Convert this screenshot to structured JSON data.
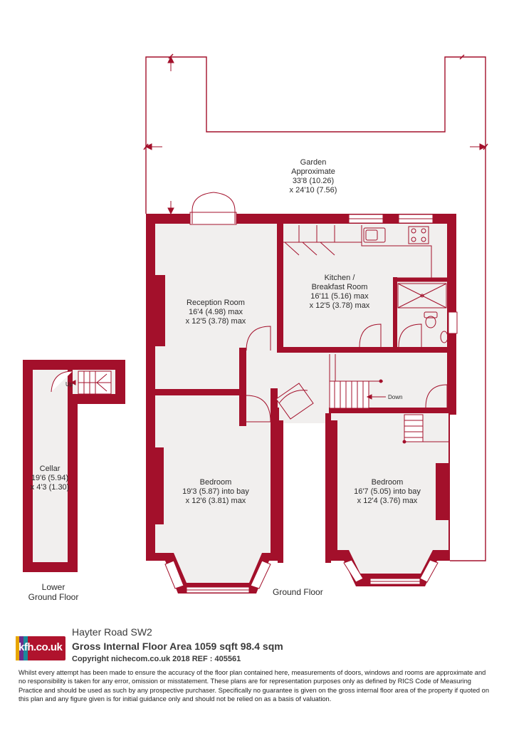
{
  "garden": {
    "title": "Garden",
    "line2": "Approximate",
    "line3": "33'8 (10.26)",
    "line4": "x 24'10 (7.56)"
  },
  "rooms": {
    "reception": {
      "name": "Reception Room",
      "dim1": "16'4 (4.98) max",
      "dim2": "x 12'5 (3.78) max"
    },
    "kitchen": {
      "name1": "Kitchen /",
      "name2": "Breakfast Room",
      "dim1": "16'11 (5.16) max",
      "dim2": "x 12'5 (3.78) max"
    },
    "bedroom_left": {
      "name": "Bedroom",
      "dim1": "19'3 (5.87) into bay",
      "dim2": "x 12'6 (3.81) max"
    },
    "bedroom_right": {
      "name": "Bedroom",
      "dim1": "16'7 (5.05) into bay",
      "dim2": "x 12'4 (3.76) max"
    },
    "cellar": {
      "name": "Cellar",
      "dim1": "19'6 (5.94)",
      "dim2": "x 4'3 (1.30)"
    }
  },
  "stairs": {
    "up": "Up",
    "down": "Down"
  },
  "floors": {
    "lower_line1": "Lower",
    "lower_line2": "Ground Floor",
    "ground": "Ground Floor"
  },
  "footer": {
    "logo": "kfh.co.uk",
    "address": "Hayter Road  SW2",
    "area": "Gross Internal Floor Area 1059 sqft 98.4 sqm",
    "copyright": "Copyright nichecom.co.uk 2018 REF : 405561",
    "disclaimer": "Whilst every attempt has been made to ensure the accuracy of the floor plan contained here, measurements of doors, windows and rooms are approximate and no responsibility is taken for any error, omission or misstatement.  These plans are for representation purposes only as defined by RICS Code of Measuring Practice and should be used as such by any prospective purchaser.  Specifically no guarantee is given on the gross internal floor area of the property if quoted on this plan and any figure given is for initial guidance only and should not be relied on as a basis of valuation."
  },
  "colors": {
    "wall": "#a3102b",
    "floor": "#f1efee",
    "text": "#2b2b2b"
  }
}
